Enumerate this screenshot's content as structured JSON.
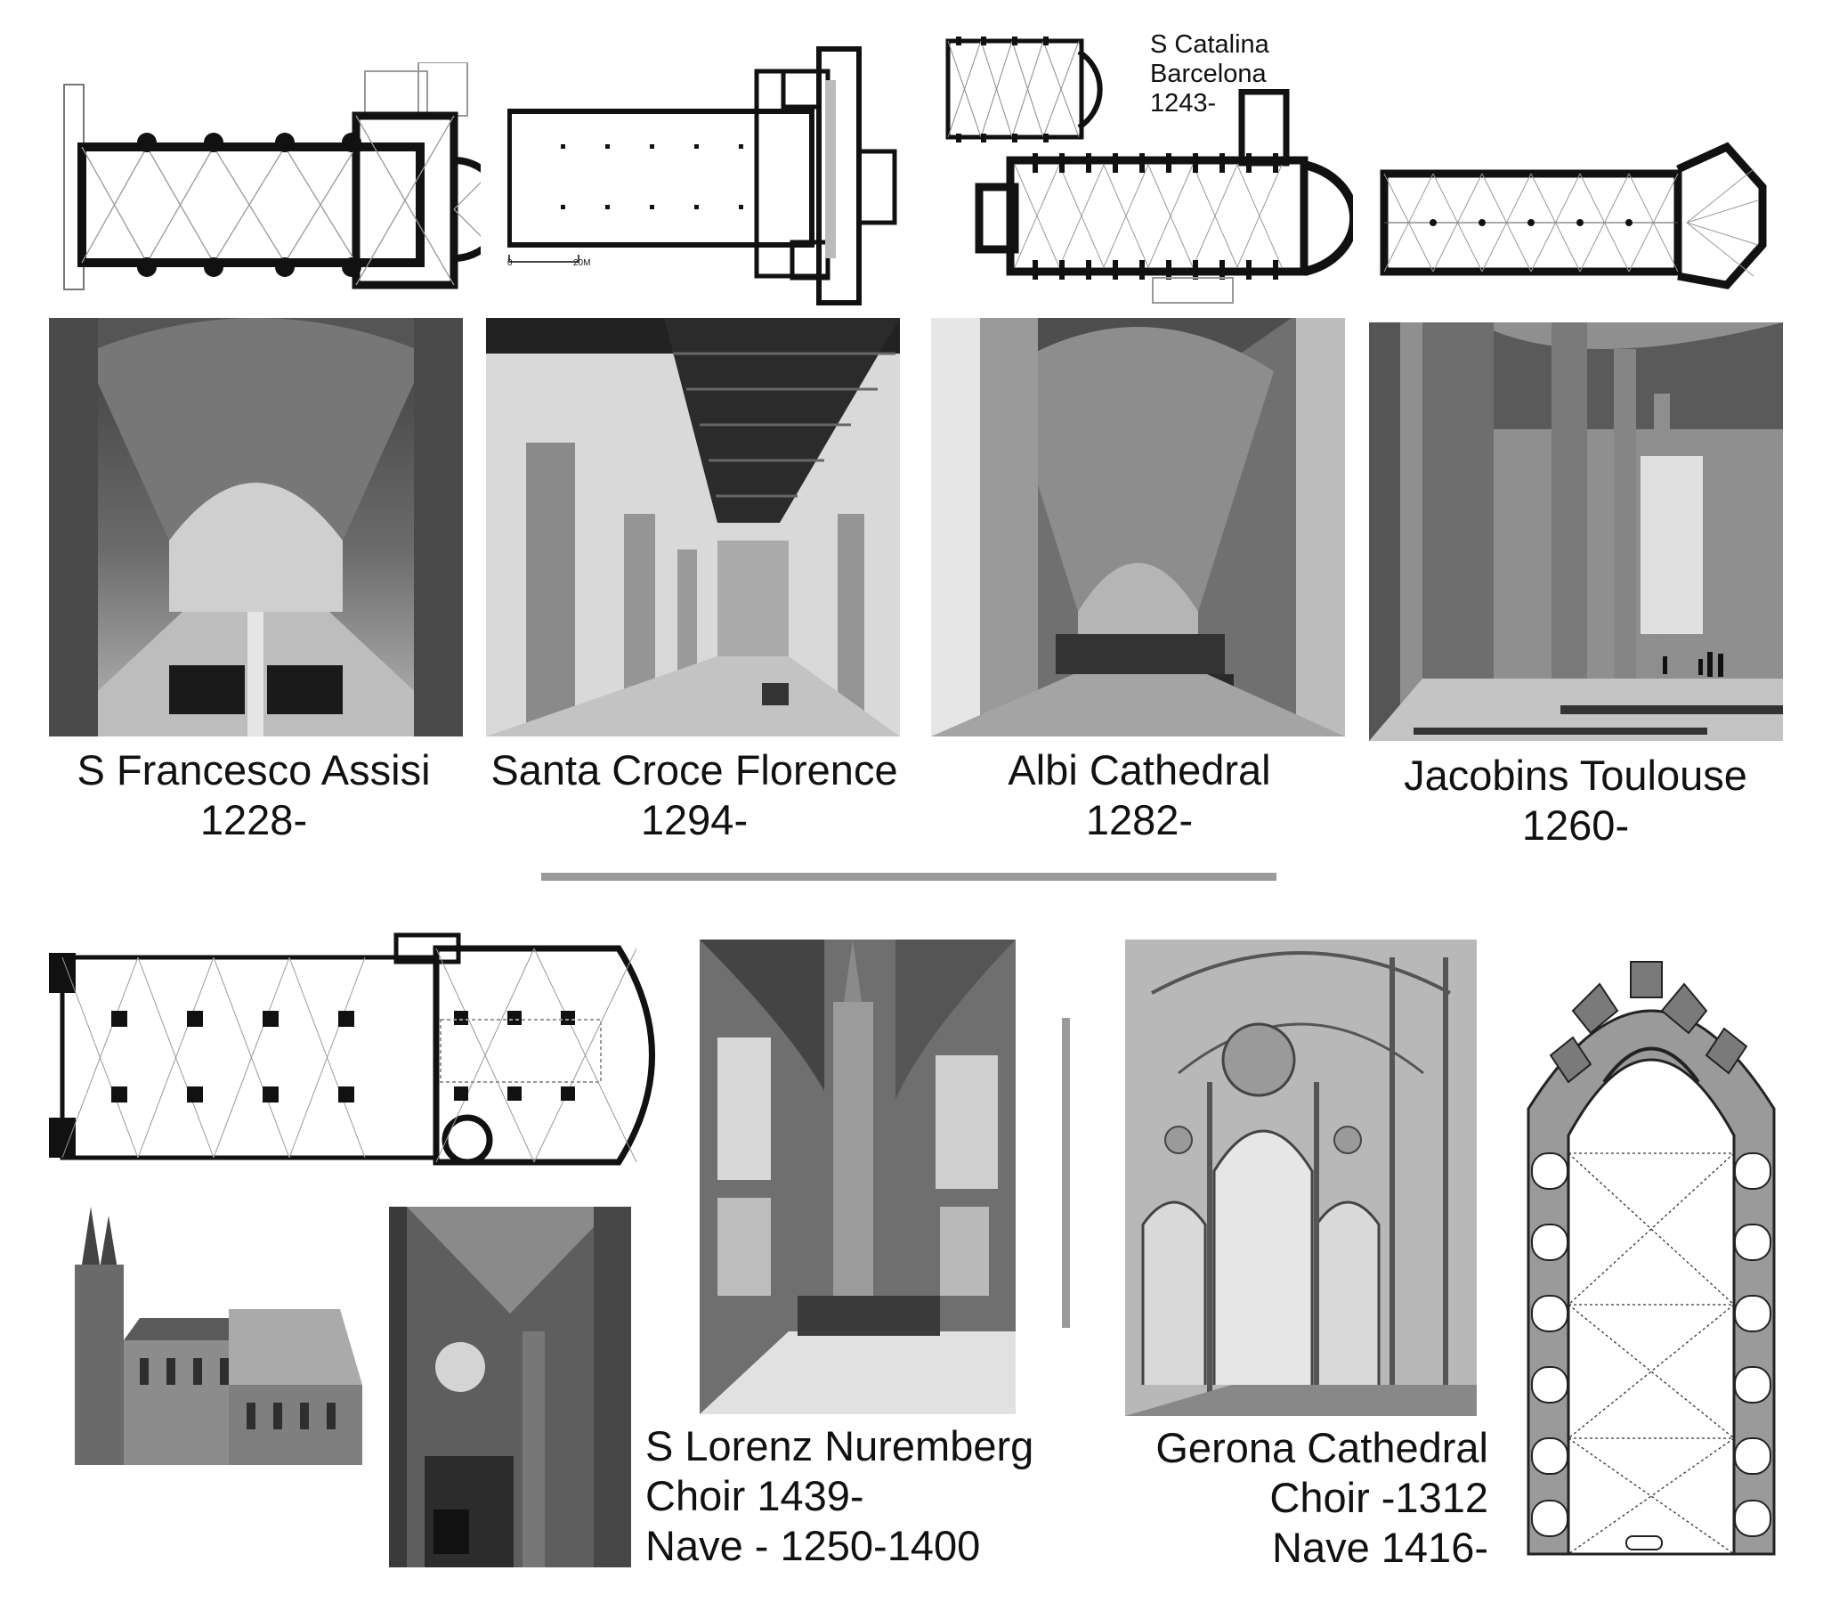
{
  "top_row": [
    {
      "name": "S Francesco Assisi",
      "caption_lines": [
        "S Francesco Assisi",
        "1228-"
      ]
    },
    {
      "name": "Santa Croce Florence",
      "caption_lines": [
        "Santa Croce Florence",
        "1294-"
      ],
      "scale_labels": [
        "0",
        "20M"
      ]
    },
    {
      "name": "Albi Cathedral",
      "caption_lines": [
        "Albi Cathedral",
        "1282-"
      ],
      "inset_caption_lines": [
        "S Catalina",
        "Barcelona",
        "1243-"
      ]
    },
    {
      "name": "Jacobins Toulouse",
      "caption_lines": [
        "Jacobins Toulouse",
        "1260-"
      ]
    }
  ],
  "bottom_left": {
    "name": "S Lorenz Nuremberg",
    "caption_lines": [
      "S Lorenz Nuremberg",
      "Choir 1439-",
      "Nave - 1250-1400"
    ]
  },
  "bottom_right": {
    "name": "Gerona Cathedral",
    "caption_lines": [
      "Gerona Cathedral",
      "Choir -1312",
      "Nave 1416-"
    ]
  },
  "colors": {
    "background": "#ffffff",
    "divider": "#9a9a9a",
    "text": "#111111"
  }
}
